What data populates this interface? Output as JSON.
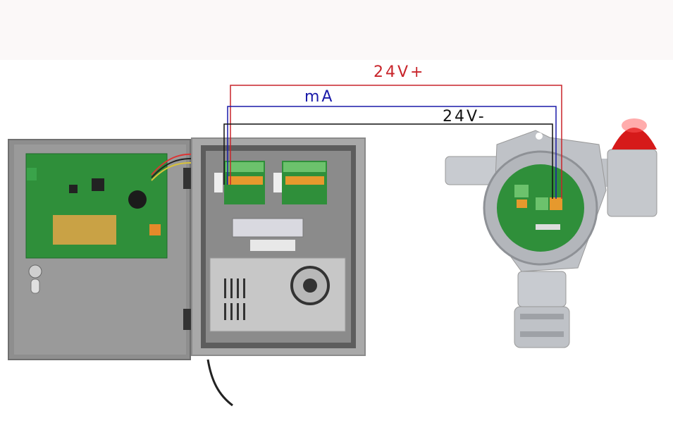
{
  "labels": {
    "positive_supply": "24V+",
    "signal": "mA",
    "negative_supply": "24V-"
  },
  "colors": {
    "positive_wire": "#c8242a",
    "signal_wire": "#1a1aa8",
    "negative_wire": "#111111",
    "cabinet": "#8c8c8c",
    "pcb": "#2f8f3a"
  }
}
